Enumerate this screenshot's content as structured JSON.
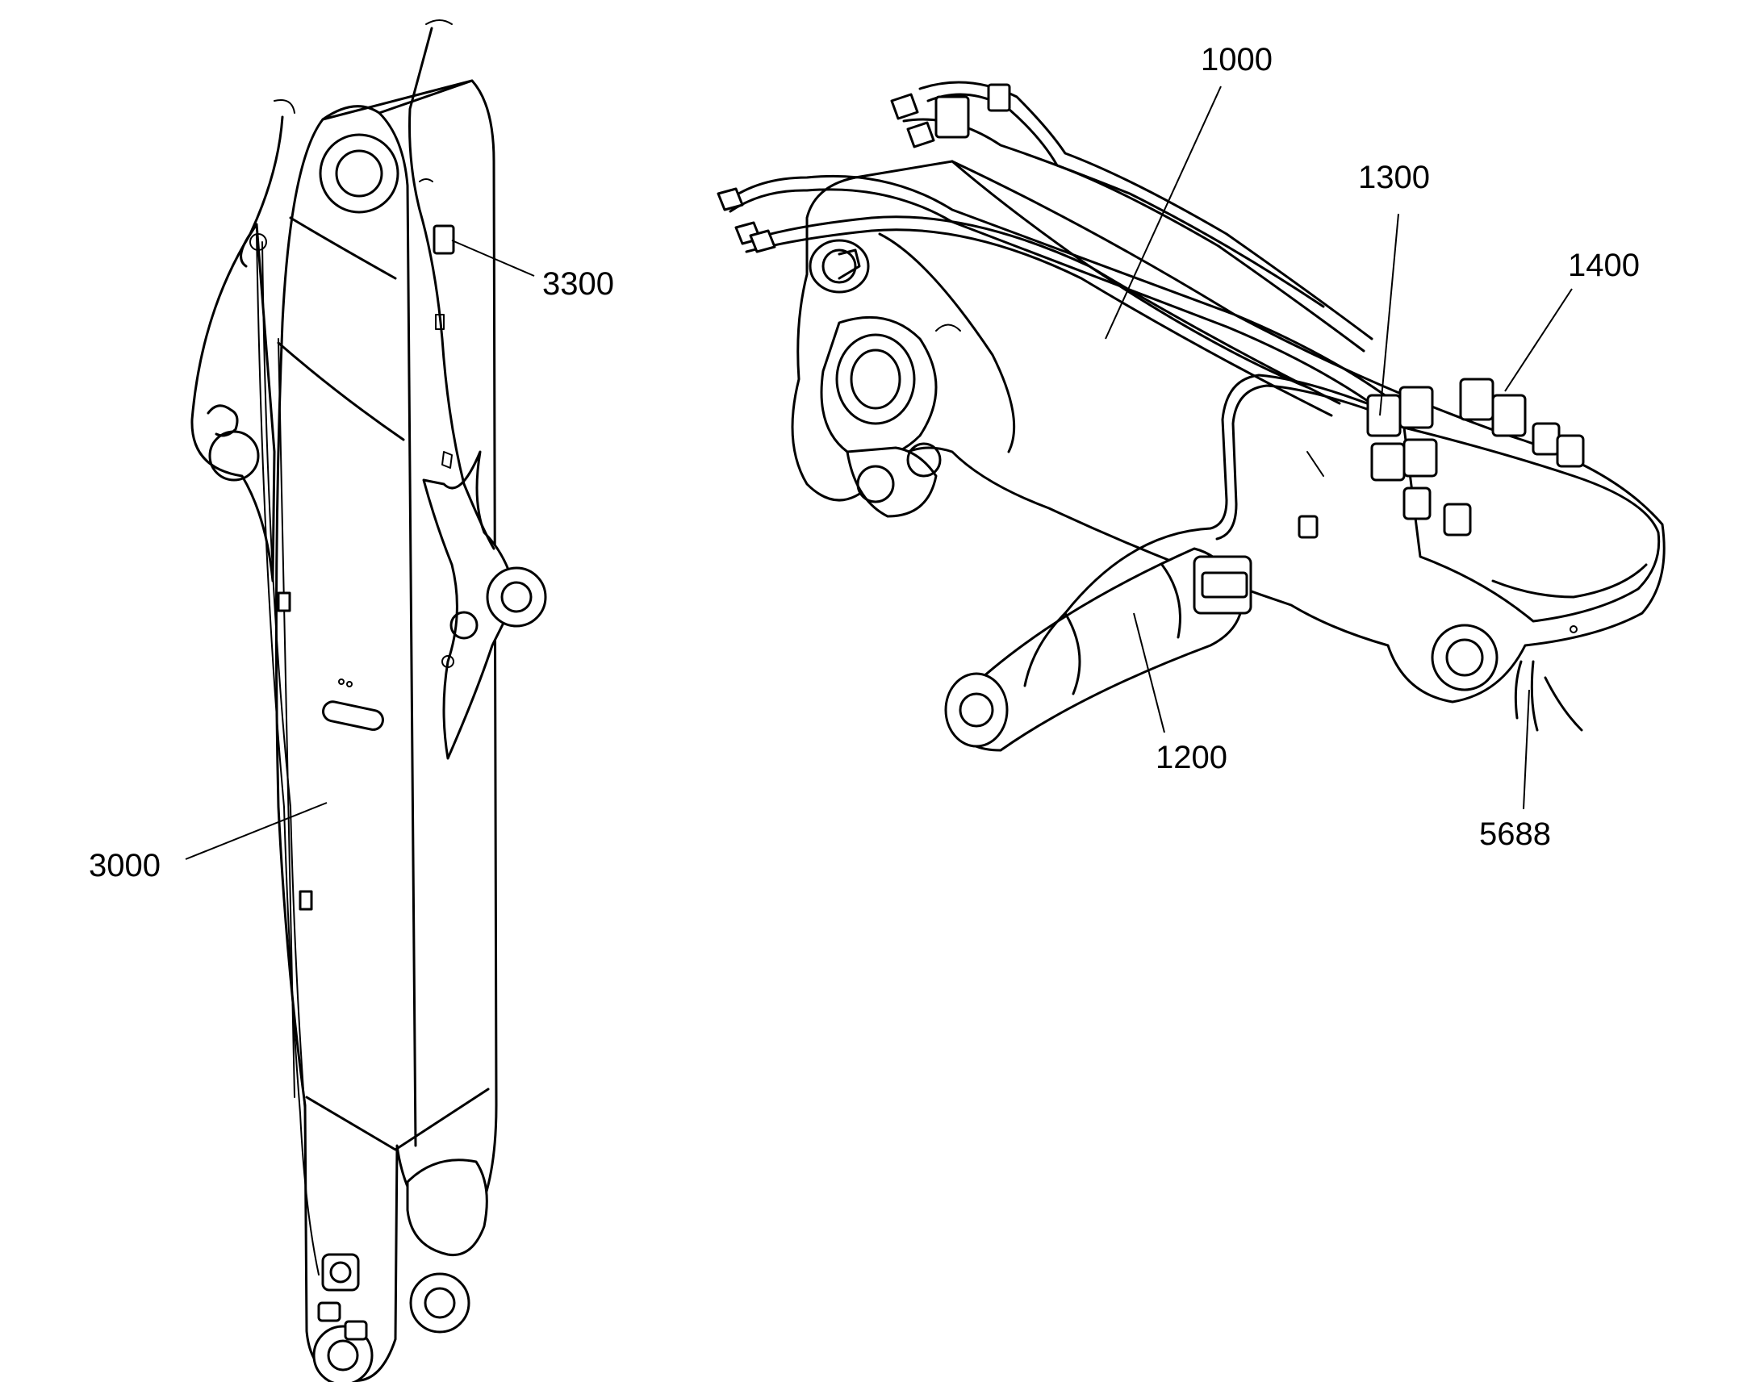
{
  "callouts": {
    "c3300": "3300",
    "c3000": "3000",
    "c1000": "1000",
    "c1300": "1300",
    "c1400": "1400",
    "c1200": "1200",
    "c5688": "5688"
  }
}
